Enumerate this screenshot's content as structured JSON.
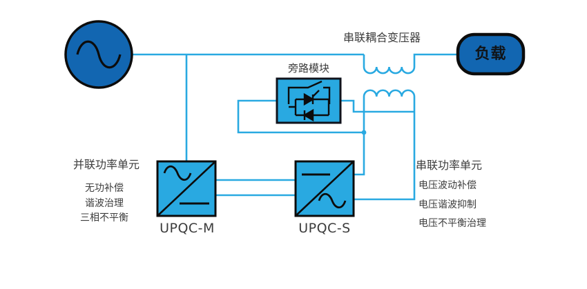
{
  "diagram_type": "UPQC power quality conditioner single-line schematic",
  "colors": {
    "dark_blue": "#1266b1",
    "light_blue": "#29a9e1",
    "symbol_black": "#111111",
    "text_gray": "#3c3c3c"
  },
  "labels": {
    "series_transformer": "串联耦合变压器",
    "bypass_module": "旁路模块",
    "load": "负载",
    "upqc_m": "UPQC-M",
    "upqc_s": "UPQC-S",
    "shunt_unit": {
      "title": "并联功率单元",
      "items": [
        "无功补偿",
        "谐波治理",
        "三相不平衡"
      ]
    },
    "series_unit": {
      "title": "串联功率单元",
      "items": [
        "电压波动补偿",
        "电压谐波抑制",
        "电压不平衡治理"
      ]
    }
  },
  "icons": {
    "ac_source": "sine-wave-in-circle",
    "transformer_windings": "inductor-coils",
    "bypass_contents": "switch-and-antiparallel-thyristors",
    "converters": "ac-dc-inverter-boxes"
  }
}
